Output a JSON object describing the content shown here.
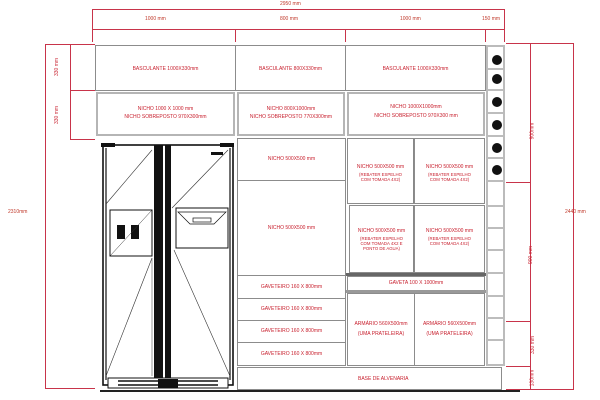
{
  "drawing": {
    "accent_color": "#c8202e",
    "line_color": "#8c8c8c"
  },
  "dimensions": {
    "top_total": "2950 mm",
    "top_segments": [
      "1000 mm",
      "800 mm",
      "1000 mm",
      "150 mm"
    ],
    "left_upper": [
      "330 mm",
      "330 mm"
    ],
    "left_total": "2310mm",
    "right_segments": [
      "900mm",
      "900 mm",
      "330 mm",
      "130mm"
    ],
    "right_total": "2440 mm"
  },
  "upper_cabinets": [
    {
      "label": "BASCULANTE 1000X330mm"
    },
    {
      "label": "BASCULANTE 800X330mm"
    },
    {
      "label": "BASCULANTE 1000X330mm"
    }
  ],
  "niches_row": [
    {
      "line1": "NICHO 1000 X 1000 mm",
      "line2": "NICHO SOBREPOSTO 970X300mm"
    },
    {
      "line1": "NICHO 800X1000mm",
      "line2": "NICHO SOBREPOSTO 770X300mm"
    },
    {
      "line1": "NICHO 1000X1000mm",
      "line2": "NICHO SOBREPOSTO 970X300 mm"
    }
  ],
  "middle_column": {
    "niche_top": "NICHO 500X500 mm",
    "niche_bottom": "NICHO 500X500 mm",
    "drawers": [
      "GAVETEIRO 160 X 800mm",
      "GAVETEIRO 160 X 800mm",
      "GAVETEIRO 160 X 800mm",
      "GAVETEIRO 160 X 800mm"
    ]
  },
  "right_column": {
    "niches": [
      {
        "title": "NICHO 500X500 mm",
        "note": "(REBATER ESPELHO COM TOMADA 4X2)"
      },
      {
        "title": "NICHO 500X500 mm",
        "note": "(REBATER ESPELHO COM TOMADA 4X2)"
      },
      {
        "title": "NICHO 500X500 mm",
        "note": "(REBATER ESPELHO COM TOMADA 4X2 E PONTO DE AGUA)"
      },
      {
        "title": "NICHO 500X500 mm",
        "note": "(REBATER ESPELHO COM TOMADA 4X2)"
      }
    ],
    "drawer": "GAVETA 100 X 1000mm",
    "cabinets": [
      {
        "title": "ARMÁRIO 560X500mm",
        "note": "(UMA PRATELEIRA)"
      },
      {
        "title": "ARMÁRIO 560X500mm",
        "note": "(UMA PRATELEIRA)"
      }
    ]
  },
  "base": "BASE DE ALVENARIA",
  "appliance": "refrigerator side-by-side",
  "stove_knobs_count": 6
}
